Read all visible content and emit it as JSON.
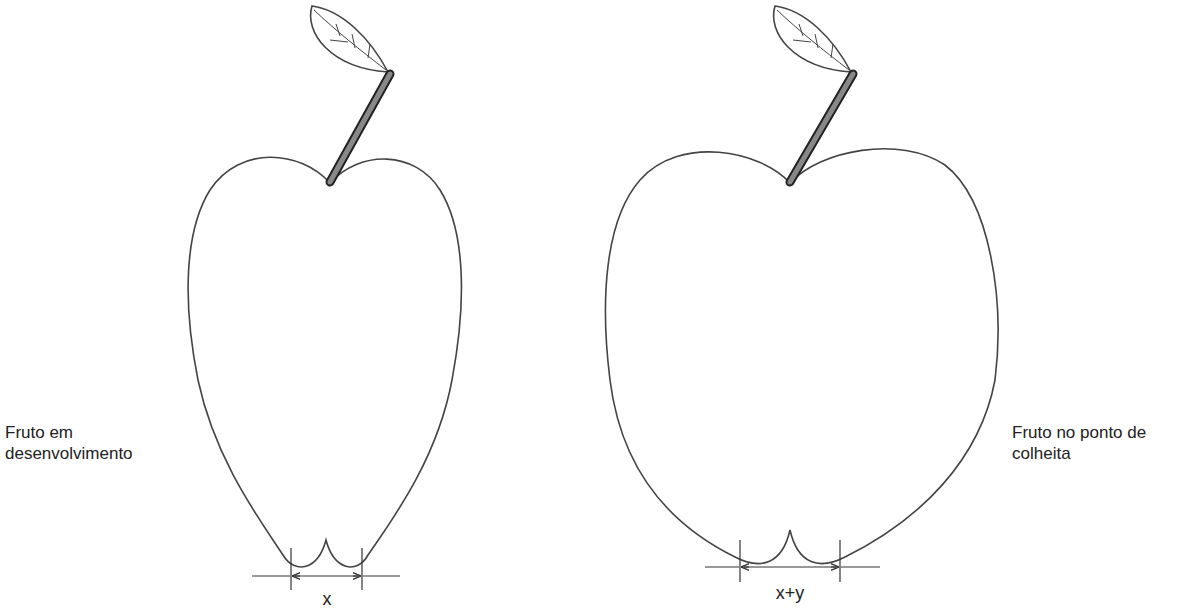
{
  "diagram": {
    "labels": [
      "Fruto em desenvolvimento",
      "x",
      "x+y",
      "Fruto no ponto de colheita"
    ]
  }
}
